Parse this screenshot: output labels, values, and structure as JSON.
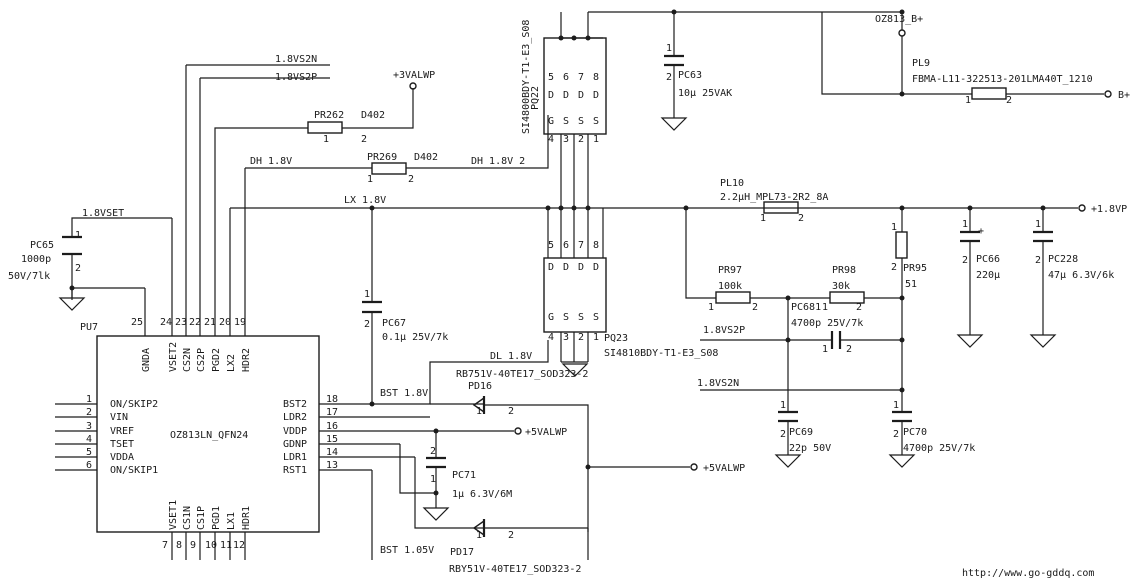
{
  "ic": {
    "ref": "PU7",
    "part": "OZ813LN_QFN24",
    "left_pins": [
      {
        "n": "1",
        "name": "ON/SKIP2"
      },
      {
        "n": "2",
        "name": "VIN"
      },
      {
        "n": "3",
        "name": "VREF"
      },
      {
        "n": "4",
        "name": "TSET"
      },
      {
        "n": "5",
        "name": "VDDA"
      },
      {
        "n": "6",
        "name": "ON/SKIP1"
      }
    ],
    "top_pins": [
      {
        "n": "25",
        "name": "GNDA"
      },
      {
        "n": "24",
        "name": "VSET2"
      },
      {
        "n": "23",
        "name": "CS2N"
      },
      {
        "n": "22",
        "name": "CS2P"
      },
      {
        "n": "21",
        "name": "PGD2"
      },
      {
        "n": "20",
        "name": "LX2"
      },
      {
        "n": "19",
        "name": "HDR2"
      }
    ],
    "right_pins": [
      {
        "n": "18",
        "name": "BST2"
      },
      {
        "n": "17",
        "name": "LDR2"
      },
      {
        "n": "16",
        "name": "VDDP"
      },
      {
        "n": "15",
        "name": "GDNP"
      },
      {
        "n": "14",
        "name": "LDR1"
      },
      {
        "n": "13",
        "name": "RST1"
      }
    ],
    "bottom_pins": [
      {
        "n": "7",
        "name": "VSET1"
      },
      {
        "n": "8",
        "name": "CS1N"
      },
      {
        "n": "9",
        "name": "CS1P"
      },
      {
        "n": "10",
        "name": "PGD1"
      },
      {
        "n": "11",
        "name": "LX1"
      },
      {
        "n": "12",
        "name": "HDR1"
      }
    ]
  },
  "nets": {
    "n18vs2n_a": "1.8VS2N",
    "n18vs2p_a": "1.8VS2P",
    "valwp3": "+3VALWP",
    "dh18": "DH 1.8V",
    "dh18v2": "DH 1.8V 2",
    "lx18": "LX 1.8V",
    "vset18": "1.8VSET",
    "dl18": "DL 1.8V",
    "bst18": "BST 1.8V",
    "valwp5_a": "+5VALWP",
    "valwp5_b": "+5VALWP",
    "bst105": "BST 1.05V",
    "n18vs2p_b": "1.8VS2P",
    "n18vs2n_b": "1.8VS2N",
    "oz_b": "OZ813_B+",
    "bplus": "B+",
    "vp18": "+1.8VP"
  },
  "components": {
    "pr262": "PR262",
    "d402a": "D402",
    "pr269": "PR269",
    "d402b": "D402",
    "pc65": "PC65",
    "pc65v": "1000p",
    "pc65r": "50V/7lk",
    "pc67": "PC67",
    "pc67v": "0.1μ 25V/7k",
    "pd16": "PD16",
    "pd16v": "RB751V-40TE17_SOD323-2",
    "pc71": "PC71",
    "pc71v": "1μ 6.3V/6M",
    "pd17": "PD17",
    "pd17v": "RBY51V-40TE17_SOD323-2",
    "pq22": "PQ22",
    "pq22v": "SI4800BDY-T1-E3_S08",
    "pq23": "PQ23",
    "pq23v": "SI4810BDY-T1-E3_S08",
    "pc63": "PC63",
    "pc63v": "10μ 25VAK",
    "pl9": "PL9",
    "pl9v": "FBMA-L11-322513-201LMA40T_1210",
    "pl10": "PL10",
    "pl10v": "2.2μH_MPL73-2R2_8A",
    "pr97": "PR97",
    "pr97v": "100k",
    "pr98": "PR98",
    "pr98v": "30k",
    "pr95": "PR95",
    "pr95v": "51",
    "pc681": "PC681",
    "pc681v": "4700p 25V/7k",
    "pc66": "PC66",
    "pc66v": "220μ",
    "pc228": "PC228",
    "pc228v": "47μ 6.3V/6k",
    "pc69": "PC69",
    "pc69v": "22p 50V",
    "pc70": "PC70",
    "pc70v": "4700p 25V/7k"
  },
  "watermark": "http://www.go-gddq.com"
}
